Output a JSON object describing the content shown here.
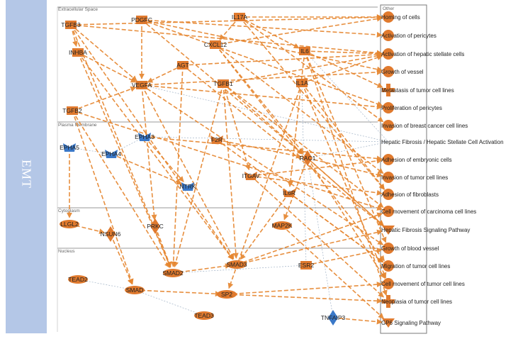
{
  "side_title": "EMT",
  "colors": {
    "band": "#b4c7e7",
    "up": "#e07a2e",
    "down": "#3a78c8",
    "edge": "#e6862f",
    "edge_thin": "#8aa0b8"
  },
  "compartments": [
    {
      "id": "extracellular",
      "label": "Extracellular Space"
    },
    {
      "id": "membrane",
      "label": "Plasma Membrane"
    },
    {
      "id": "cytoplasm",
      "label": "Cytoplasm"
    },
    {
      "id": "nucleus",
      "label": "Nucleus"
    },
    {
      "id": "other",
      "label": "Other"
    }
  ],
  "nodes": [
    {
      "id": "TGFB3",
      "label": "TGFB3",
      "shape": "rect",
      "regulation": "up"
    },
    {
      "id": "PDGFC",
      "label": "PDGFC",
      "shape": "rect",
      "regulation": "up"
    },
    {
      "id": "IL17A",
      "label": "IL17A",
      "shape": "rect",
      "regulation": "up"
    },
    {
      "id": "INHBA",
      "label": "INHBA",
      "shape": "rect",
      "regulation": "up"
    },
    {
      "id": "CXCL12",
      "label": "CXCL12",
      "shape": "rect",
      "regulation": "up"
    },
    {
      "id": "IL6",
      "label": "IL6",
      "shape": "rect",
      "regulation": "up"
    },
    {
      "id": "AGT",
      "label": "AGT",
      "shape": "rect",
      "regulation": "up"
    },
    {
      "id": "VEGFA",
      "label": "VEGFA",
      "shape": "rect",
      "regulation": "up"
    },
    {
      "id": "TGFB1",
      "label": "TGFB1",
      "shape": "rect",
      "regulation": "up"
    },
    {
      "id": "IL1A",
      "label": "IL1A",
      "shape": "rect",
      "regulation": "up"
    },
    {
      "id": "TGFB2",
      "label": "TGFB2",
      "shape": "rect",
      "regulation": "up"
    },
    {
      "id": "EPHA3",
      "label": "EPHA3",
      "shape": "chevron",
      "regulation": "down"
    },
    {
      "id": "F2RL",
      "label": "F2R",
      "shape": "chevron",
      "regulation": "up"
    },
    {
      "id": "EPHA5",
      "label": "EPHA5",
      "shape": "chevron",
      "regulation": "down"
    },
    {
      "id": "EPHA4",
      "label": "EPHA4",
      "shape": "chevron",
      "regulation": "down"
    },
    {
      "id": "RAC1",
      "label": "RAC1",
      "shape": "diamond",
      "regulation": "up"
    },
    {
      "id": "ITGAV",
      "label": "ITGAV",
      "shape": "chevron",
      "regulation": "up"
    },
    {
      "id": "NTRK",
      "label": "NTRK",
      "shape": "chevron",
      "regulation": "down"
    },
    {
      "id": "IL6R",
      "label": "IL6R",
      "shape": "chevron",
      "regulation": "up"
    },
    {
      "id": "LLGL2",
      "label": "LLGL2",
      "shape": "ellipse",
      "regulation": "up"
    },
    {
      "id": "NSUN6",
      "label": "NSUN6",
      "shape": "diamond",
      "regulation": "up"
    },
    {
      "id": "PRKC",
      "label": "PRKC",
      "shape": "diamond",
      "regulation": "up"
    },
    {
      "id": "MAP2K",
      "label": "MAP2K",
      "shape": "ellipse",
      "regulation": "up"
    },
    {
      "id": "TEAD2",
      "label": "TEAD2",
      "shape": "ellipse",
      "regulation": "up"
    },
    {
      "id": "SMAD2",
      "label": "SMAD2",
      "shape": "ellipse",
      "regulation": "up"
    },
    {
      "id": "SMAD3",
      "label": "SMAD3",
      "shape": "ellipse",
      "regulation": "up"
    },
    {
      "id": "ESR2",
      "label": "ESR2",
      "shape": "rect",
      "regulation": "up"
    },
    {
      "id": "SMAD",
      "label": "SMAD",
      "shape": "ellipse",
      "regulation": "up"
    },
    {
      "id": "SP2",
      "label": "SP2",
      "shape": "ellipse",
      "regulation": "up"
    },
    {
      "id": "TEAD3",
      "label": "TEAD3",
      "shape": "ellipse",
      "regulation": "up"
    },
    {
      "id": "TNFAIP3",
      "label": "TNFAIP3",
      "shape": "diamond",
      "regulation": "down"
    }
  ],
  "functions": [
    {
      "id": "f0",
      "label": "Homing of cells",
      "shape": "circle"
    },
    {
      "id": "f1",
      "label": "Activation of pericytes",
      "shape": "circle"
    },
    {
      "id": "f2",
      "label": "Activation of hepatic stellate cells",
      "shape": "circle"
    },
    {
      "id": "f3",
      "label": "Growth of vessel",
      "shape": "circle"
    },
    {
      "id": "f4",
      "label": "Metastasis of tumor cell lines",
      "shape": "cross"
    },
    {
      "id": "f5",
      "label": "Proliferation of pericytes",
      "shape": "circle"
    },
    {
      "id": "f6",
      "label": "Invasion of breast cancer cell lines",
      "shape": "circle"
    },
    {
      "id": "f7",
      "label": "Hepatic Fibrosis / Hepatic Stellate Cell Activation",
      "shape": "none"
    },
    {
      "id": "f8",
      "label": "Adhesion of embryonic cells",
      "shape": "circle"
    },
    {
      "id": "f9",
      "label": "Invasion of tumor cell lines",
      "shape": "circle"
    },
    {
      "id": "f10",
      "label": "Adhesion of fibroblasts",
      "shape": "circle"
    },
    {
      "id": "f11",
      "label": "Cell movement of carcinoma cell lines",
      "shape": "circle"
    },
    {
      "id": "f12",
      "label": "Hepatic Fibrosis Signaling Pathway",
      "shape": "pathway"
    },
    {
      "id": "f13",
      "label": "Growth of blood vessel",
      "shape": "circle"
    },
    {
      "id": "f14",
      "label": "Migration of tumor cell lines",
      "shape": "circle"
    },
    {
      "id": "f15",
      "label": "Cell movement of tumor cell lines",
      "shape": "circle"
    },
    {
      "id": "f16",
      "label": "Neoplasia of tumor cell lines",
      "shape": "cross"
    },
    {
      "id": "f17",
      "label": "GP6 Signaling Pathway",
      "shape": "pathway"
    }
  ],
  "edges": [
    [
      "TGFB3",
      "INHBA"
    ],
    [
      "TGFB3",
      "VEGFA"
    ],
    [
      "TGFB3",
      "f0"
    ],
    [
      "TGFB3",
      "f2"
    ],
    [
      "TGFB3",
      "SMAD2"
    ],
    [
      "TGFB3",
      "SMAD3"
    ],
    [
      "PDGFC",
      "f1"
    ],
    [
      "PDGFC",
      "f3"
    ],
    [
      "PDGFC",
      "VEGFA"
    ],
    [
      "PDGFC",
      "RAC1"
    ],
    [
      "PDGFC",
      "f5"
    ],
    [
      "IL17A",
      "f0"
    ],
    [
      "IL17A",
      "CXCL12"
    ],
    [
      "IL17A",
      "IL6"
    ],
    [
      "IL17A",
      "f6"
    ],
    [
      "IL17A",
      "f10"
    ],
    [
      "INHBA",
      "SMAD2"
    ],
    [
      "INHBA",
      "SMAD3"
    ],
    [
      "INHBA",
      "VEGFA"
    ],
    [
      "CXCL12",
      "f0"
    ],
    [
      "CXCL12",
      "f9"
    ],
    [
      "CXCL12",
      "RAC1"
    ],
    [
      "CXCL12",
      "f14"
    ],
    [
      "IL6",
      "f2"
    ],
    [
      "IL6",
      "IL6R"
    ],
    [
      "IL6",
      "f13"
    ],
    [
      "IL6",
      "f16"
    ],
    [
      "IL6",
      "f4"
    ],
    [
      "AGT",
      "f2"
    ],
    [
      "AGT",
      "SMAD2"
    ],
    [
      "AGT",
      "f12"
    ],
    [
      "AGT",
      "VEGFA"
    ],
    [
      "VEGFA",
      "f3"
    ],
    [
      "VEGFA",
      "f13"
    ],
    [
      "VEGFA",
      "f5"
    ],
    [
      "VEGFA",
      "PRKC"
    ],
    [
      "VEGFA",
      "SMAD3"
    ],
    [
      "TGFB1",
      "f2"
    ],
    [
      "TGFB1",
      "SMAD3"
    ],
    [
      "TGFB1",
      "SMAD2"
    ],
    [
      "TGFB1",
      "f11"
    ],
    [
      "TGFB1",
      "f12"
    ],
    [
      "TGFB1",
      "ITGAV"
    ],
    [
      "IL1A",
      "f10"
    ],
    [
      "IL1A",
      "f2"
    ],
    [
      "IL1A",
      "SP2"
    ],
    [
      "IL1A",
      "f15"
    ],
    [
      "TGFB2",
      "SMAD2"
    ],
    [
      "TGFB2",
      "f11"
    ],
    [
      "TGFB2",
      "VEGFA"
    ],
    [
      "TGFB2",
      "SMAD"
    ],
    [
      "EPHA3",
      "f8"
    ],
    [
      "EPHA3",
      "NTRK"
    ],
    [
      "F2RL",
      "RAC1"
    ],
    [
      "F2RL",
      "f14"
    ],
    [
      "EPHA5",
      "LLGL2"
    ],
    [
      "EPHA4",
      "NTRK"
    ],
    [
      "RAC1",
      "f9"
    ],
    [
      "RAC1",
      "f15"
    ],
    [
      "RAC1",
      "MAP2K"
    ],
    [
      "RAC1",
      "f12"
    ],
    [
      "ITGAV",
      "f8"
    ],
    [
      "ITGAV",
      "f10"
    ],
    [
      "ITGAV",
      "f16"
    ],
    [
      "IL6R",
      "f14"
    ],
    [
      "IL6R",
      "SMAD3"
    ],
    [
      "MAP2K",
      "f17"
    ],
    [
      "PRKC",
      "SMAD2"
    ],
    [
      "NSUN6",
      "SMAD"
    ],
    [
      "LLGL2",
      "NSUN6"
    ],
    [
      "SMAD3",
      "f11"
    ],
    [
      "SMAD3",
      "f12"
    ],
    [
      "SMAD2",
      "SMAD3"
    ],
    [
      "ESR2",
      "f13"
    ],
    [
      "SMAD",
      "SP2"
    ],
    [
      "SP2",
      "f15"
    ],
    [
      "SP2",
      "f16"
    ],
    [
      "TNFAIP3",
      "f17"
    ]
  ],
  "thin_edges": [
    [
      "EPHA5",
      "EPHA4"
    ],
    [
      "EPHA4",
      "EPHA3"
    ],
    [
      "TEAD2",
      "SMAD"
    ],
    [
      "SMAD",
      "TEAD3"
    ],
    [
      "ESR2",
      "SMAD2"
    ],
    [
      "IL1A",
      "ESR2"
    ],
    [
      "EPHA3",
      "f7"
    ],
    [
      "RAC1",
      "f7"
    ],
    [
      "IL6",
      "f7"
    ],
    [
      "VEGFA",
      "f7"
    ],
    [
      "TNFAIP3",
      "RAC1"
    ]
  ]
}
